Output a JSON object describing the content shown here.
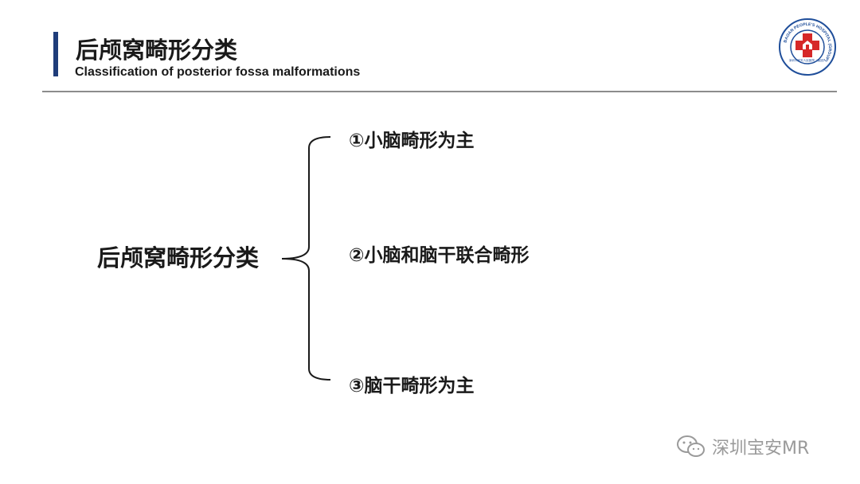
{
  "header": {
    "title": "后颅窝畸形分类",
    "subtitle": "Classification of posterior fossa malformations"
  },
  "diagram": {
    "root": "后颅窝畸形分类",
    "branches": [
      "①小脑畸形为主",
      "②小脑和脑干联合畸形",
      "③脑干畸形为主"
    ]
  },
  "logo": {
    "ring_text": "BAOAN PEOPLE'S HOSPITAL (GROUP)",
    "inner_text": "深圳市宝安人民医院（集团）",
    "colors": {
      "ring": "#1f4e9a",
      "cross": "#d62828"
    }
  },
  "watermark": {
    "text": "深圳宝安MR",
    "icon": "wechat-icon"
  },
  "colors": {
    "accent": "#1f3d7a",
    "rule": "#8c8c8c",
    "watermark": "#9a9a9a"
  }
}
